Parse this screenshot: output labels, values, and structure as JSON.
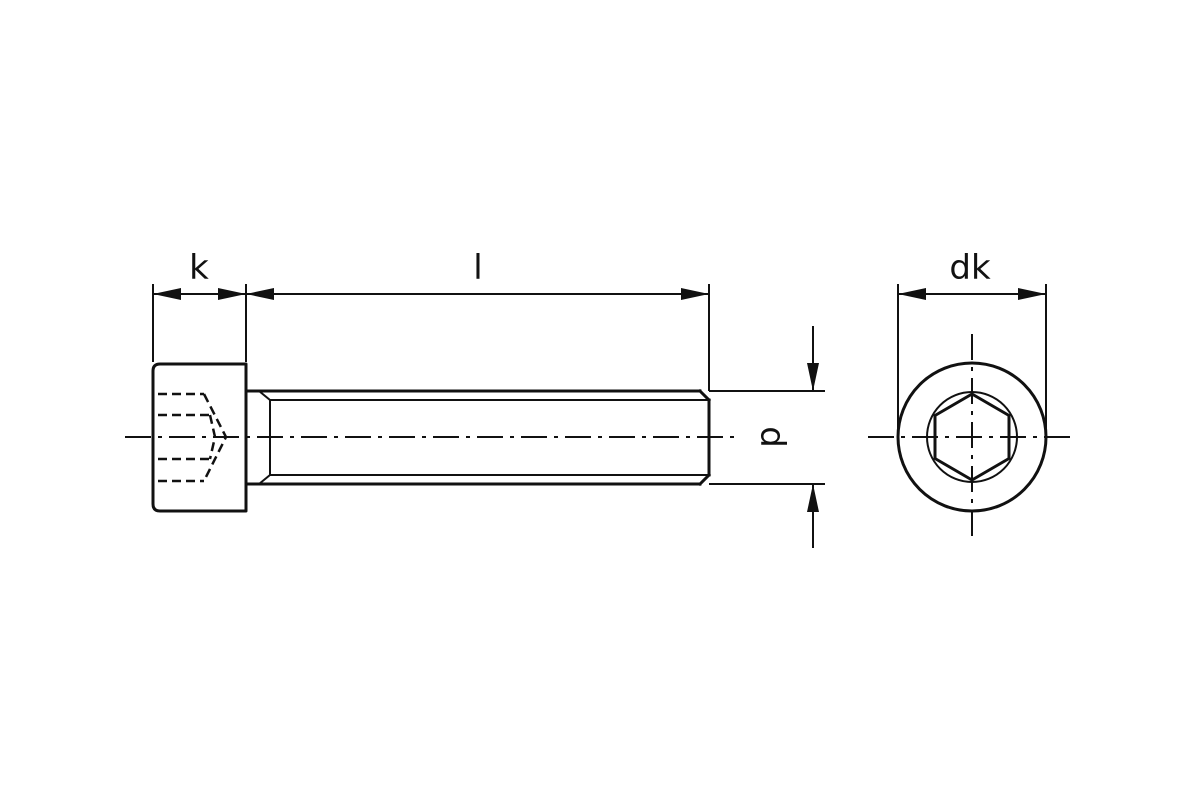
{
  "labels": {
    "head_height": "k",
    "length": "l",
    "diameter": "d",
    "head_diameter": "dk"
  },
  "colors": {
    "line": "#111111",
    "background": "#ffffff"
  }
}
